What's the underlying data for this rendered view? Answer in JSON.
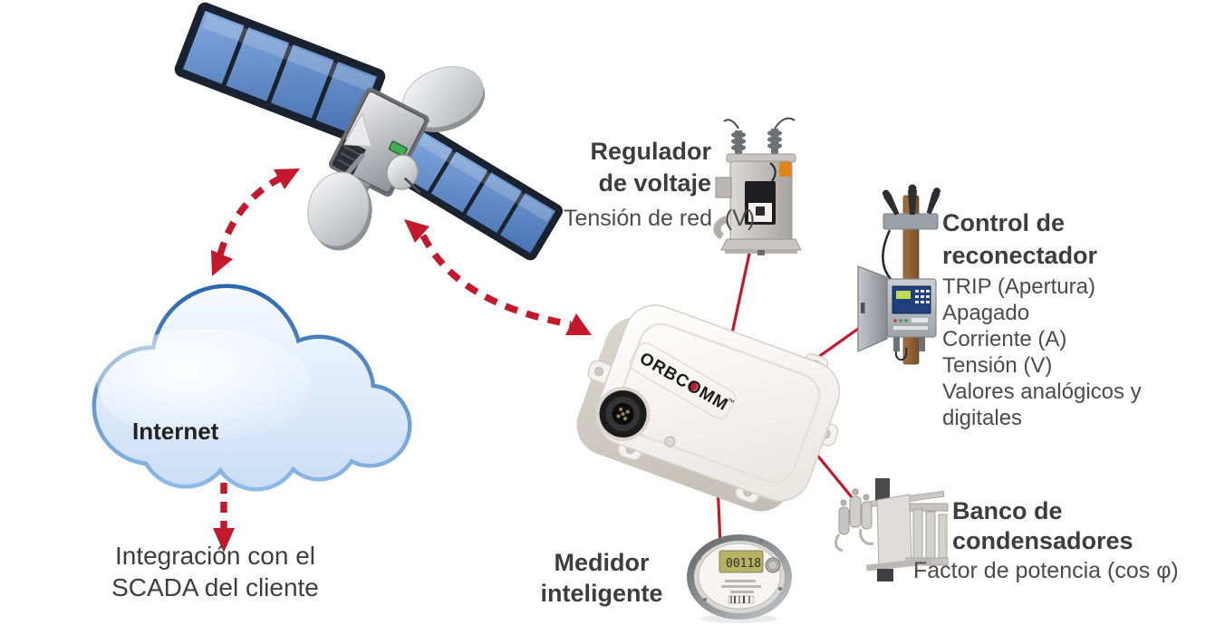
{
  "colors": {
    "accent_red": "#C4182D",
    "title_text": "#3D3D3D",
    "body_text": "#4B4B4B",
    "cloud_blue_edge": "#2A66AD",
    "solar_panel_blue": "#5B87CC"
  },
  "illustrations": [
    "satellite",
    "internet-cloud",
    "orbcomm-gateway-device",
    "voltage-regulator",
    "recloser-control",
    "smart-meter",
    "capacitor-bank"
  ],
  "cloud": {
    "label": "Internet"
  },
  "scada": {
    "line1": "Integración con el",
    "line2": "SCADA del cliente"
  },
  "device": {
    "logo": "ORBCOMM",
    "trademark": "™"
  },
  "regulator": {
    "title1": "Regulador",
    "title2": "de voltaje",
    "subtitle": "Tensión de red  (V)"
  },
  "recloser": {
    "title1": "Control de",
    "title2": "reconectador",
    "items": [
      "TRIP (Apertura)",
      "Apagado",
      "Corriente (A)",
      "Tensión (V)",
      "Valores analógicos y digitales"
    ]
  },
  "meter": {
    "title1": "Medidor",
    "title2": "inteligente",
    "lcd": "00118"
  },
  "capacitor": {
    "title1": "Banco de",
    "title2": "condensadores",
    "subtitle": "Factor de potencia (cos φ)"
  }
}
